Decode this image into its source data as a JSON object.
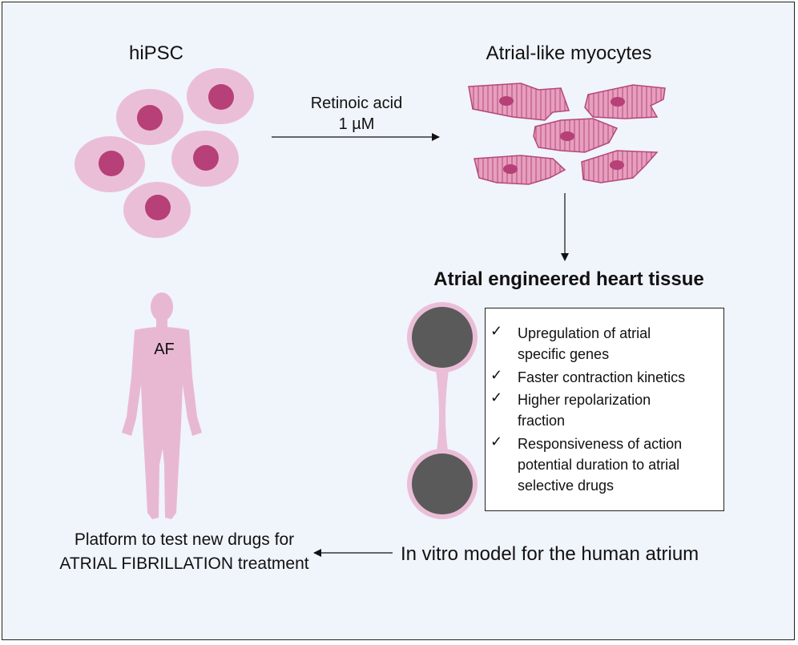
{
  "labels": {
    "hipsc": "hiPSC",
    "myocytes": "Atrial-like myocytes",
    "retinoic_acid": "Retinoic acid",
    "concentration": "1 µM",
    "aeht_title": "Atrial engineered heart tissue",
    "af": "AF",
    "in_vitro": "In vitro model for the human atrium",
    "platform_line1": "Platform to test new drugs for",
    "platform_line2": "ATRIAL FIBRILLATION treatment"
  },
  "features": [
    {
      "check": "✓",
      "lines": [
        "Upregulation of atrial",
        "specific genes"
      ]
    },
    {
      "check": "✓",
      "lines": [
        "Faster contraction kinetics"
      ]
    },
    {
      "check": "✓",
      "lines": [
        "Higher repolarization",
        "fraction"
      ]
    },
    {
      "check": "✓",
      "lines": [
        "Responsiveness of action",
        "potential duration to atrial",
        "selective drugs"
      ]
    }
  ],
  "colors": {
    "cell_fill": "#ebbed8",
    "nucleus_fill": "#b64077",
    "myocyte_fill": "#e79fbd",
    "myocyte_stroke": "#b4487a",
    "tissue_fill": "#ebbed8",
    "post_fill": "#5a5a5a",
    "human_fill": "#e8b8d2",
    "background": "#f0f4fb"
  }
}
